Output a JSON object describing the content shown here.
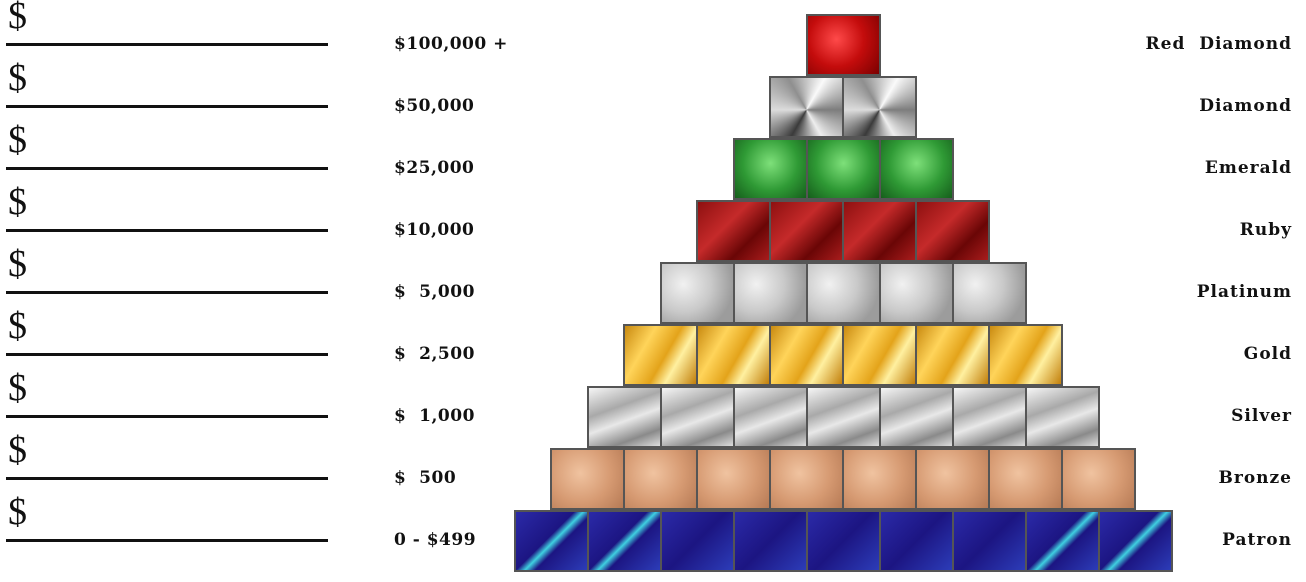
{
  "blanks": {
    "symbol": "$",
    "count": 9
  },
  "tiers": [
    {
      "amount": "$100,000 +",
      "level": "Red  Diamond",
      "texture": "red",
      "bricks": 1
    },
    {
      "amount": "$50,000",
      "level": "Diamond",
      "texture": "diamond",
      "bricks": 2
    },
    {
      "amount": "$25,000",
      "level": "Emerald",
      "texture": "emerald",
      "bricks": 3
    },
    {
      "amount": "$10,000",
      "level": "Ruby",
      "texture": "ruby",
      "bricks": 4
    },
    {
      "amount": "$  5,000",
      "level": "Platinum",
      "texture": "platinum",
      "bricks": 5
    },
    {
      "amount": "$  2,500",
      "level": "Gold",
      "texture": "gold",
      "bricks": 6
    },
    {
      "amount": "$  1,000",
      "level": "Silver",
      "texture": "silver",
      "bricks": 7
    },
    {
      "amount": "$  500",
      "level": "Bronze",
      "texture": "bronze",
      "bricks": 8
    },
    {
      "amount": "0 - $499",
      "level": "Patron",
      "texture": "patron",
      "bricks": 9
    }
  ]
}
